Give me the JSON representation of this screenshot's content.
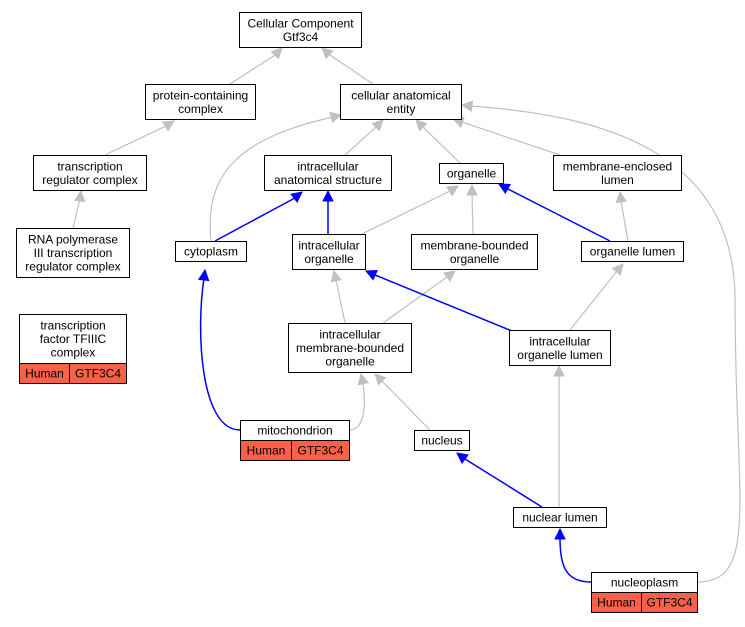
{
  "colors": {
    "annotation_fill": "#f86048",
    "gray_edge": "#c0c0c0",
    "blue_edge": "#0000ff"
  },
  "nodes": [
    {
      "id": "cc",
      "lines": [
        "Cellular Component",
        "Gtf3c4"
      ]
    },
    {
      "id": "pcc",
      "lines": [
        "protein-containing",
        "complex"
      ]
    },
    {
      "id": "cae",
      "lines": [
        "cellular anatomical",
        "entity"
      ]
    },
    {
      "id": "trc",
      "lines": [
        "transcription",
        "regulator complex"
      ]
    },
    {
      "id": "ias",
      "lines": [
        "intracellular",
        "anatomical structure"
      ]
    },
    {
      "id": "org",
      "lines": [
        "organelle"
      ]
    },
    {
      "id": "mel",
      "lines": [
        "membrane-enclosed",
        "lumen"
      ]
    },
    {
      "id": "rnap",
      "lines": [
        "RNA polymerase",
        "III transcription",
        "regulator complex"
      ]
    },
    {
      "id": "cyt",
      "lines": [
        "cytoplasm"
      ]
    },
    {
      "id": "io",
      "lines": [
        "intracellular",
        "organelle"
      ]
    },
    {
      "id": "mbo",
      "lines": [
        "membrane-bounded",
        "organelle"
      ]
    },
    {
      "id": "ol",
      "lines": [
        "organelle lumen"
      ]
    },
    {
      "id": "tf",
      "lines": [
        "transcription",
        "factor TFIIIC",
        "complex"
      ],
      "annotation": [
        "Human",
        "GTF3C4"
      ]
    },
    {
      "id": "imbo",
      "lines": [
        "intracellular",
        "membrane-bounded",
        "organelle"
      ]
    },
    {
      "id": "iol",
      "lines": [
        "intracellular",
        "organelle lumen"
      ]
    },
    {
      "id": "mito",
      "lines": [
        "mitochondrion"
      ],
      "annotation": [
        "Human",
        "GTF3C4"
      ]
    },
    {
      "id": "nuc",
      "lines": [
        "nucleus"
      ]
    },
    {
      "id": "nl",
      "lines": [
        "nuclear lumen"
      ]
    },
    {
      "id": "np",
      "lines": [
        "nucleoplasm"
      ],
      "annotation": [
        "Human",
        "GTF3C4"
      ]
    }
  ]
}
